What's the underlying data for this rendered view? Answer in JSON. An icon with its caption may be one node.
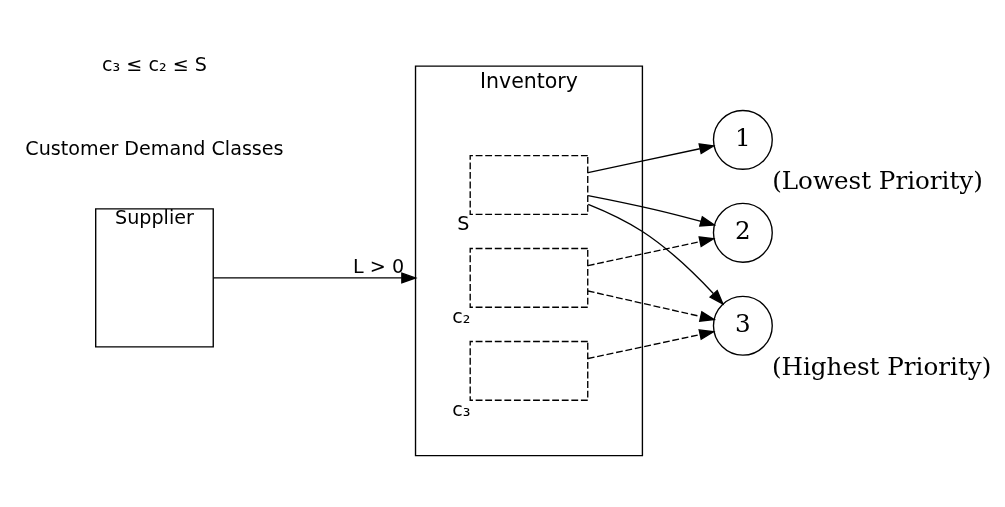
{
  "diagram": {
    "nodes": [
      {
        "text": [
          "Supplier"
        ]
      },
      {
        "text": [
          "Inventory"
        ]
      },
      {
        "text": [],
        "shape": "box",
        "in": 1,
        "beside": [
          "S"
        ]
      },
      {
        "text": [],
        "shape": "box",
        "in": 1,
        "beside": [
          "c₂"
        ]
      },
      {
        "text": [],
        "shape": "box",
        "in": 1,
        "beside": [
          "c₃"
        ]
      },
      {
        "text": [
          "1"
        ],
        "beside": [
          "(Lowest Priority)"
        ]
      },
      {
        "text": [
          "2"
        ]
      },
      {
        "text": [
          "3"
        ],
        "beside": [
          "(Highest Priority)"
        ]
      }
    ],
    "edges": [
      {
        "from": 0,
        "to": 1,
        "arrow": "to",
        "label": "L > 0"
      },
      {
        "from": 2,
        "to": 5,
        "arrow": "to"
      },
      {
        "from": 2,
        "to": 6,
        "arrow": "to"
      },
      {
        "from": 2,
        "to": 7,
        "arrow": "to"
      },
      {
        "from": 3,
        "to": 6,
        "arrow": "to",
        "style": "dashed"
      },
      {
        "from": 3,
        "to": 7,
        "arrow": "to",
        "style": "dashed"
      },
      {
        "from": 4,
        "to": 7,
        "arrow": "to",
        "style": "dashed"
      }
    ],
    "labels": [
      "Customer Demand Classes",
      "c₃ ≤ c₂ ≤ S"
    ]
  }
}
